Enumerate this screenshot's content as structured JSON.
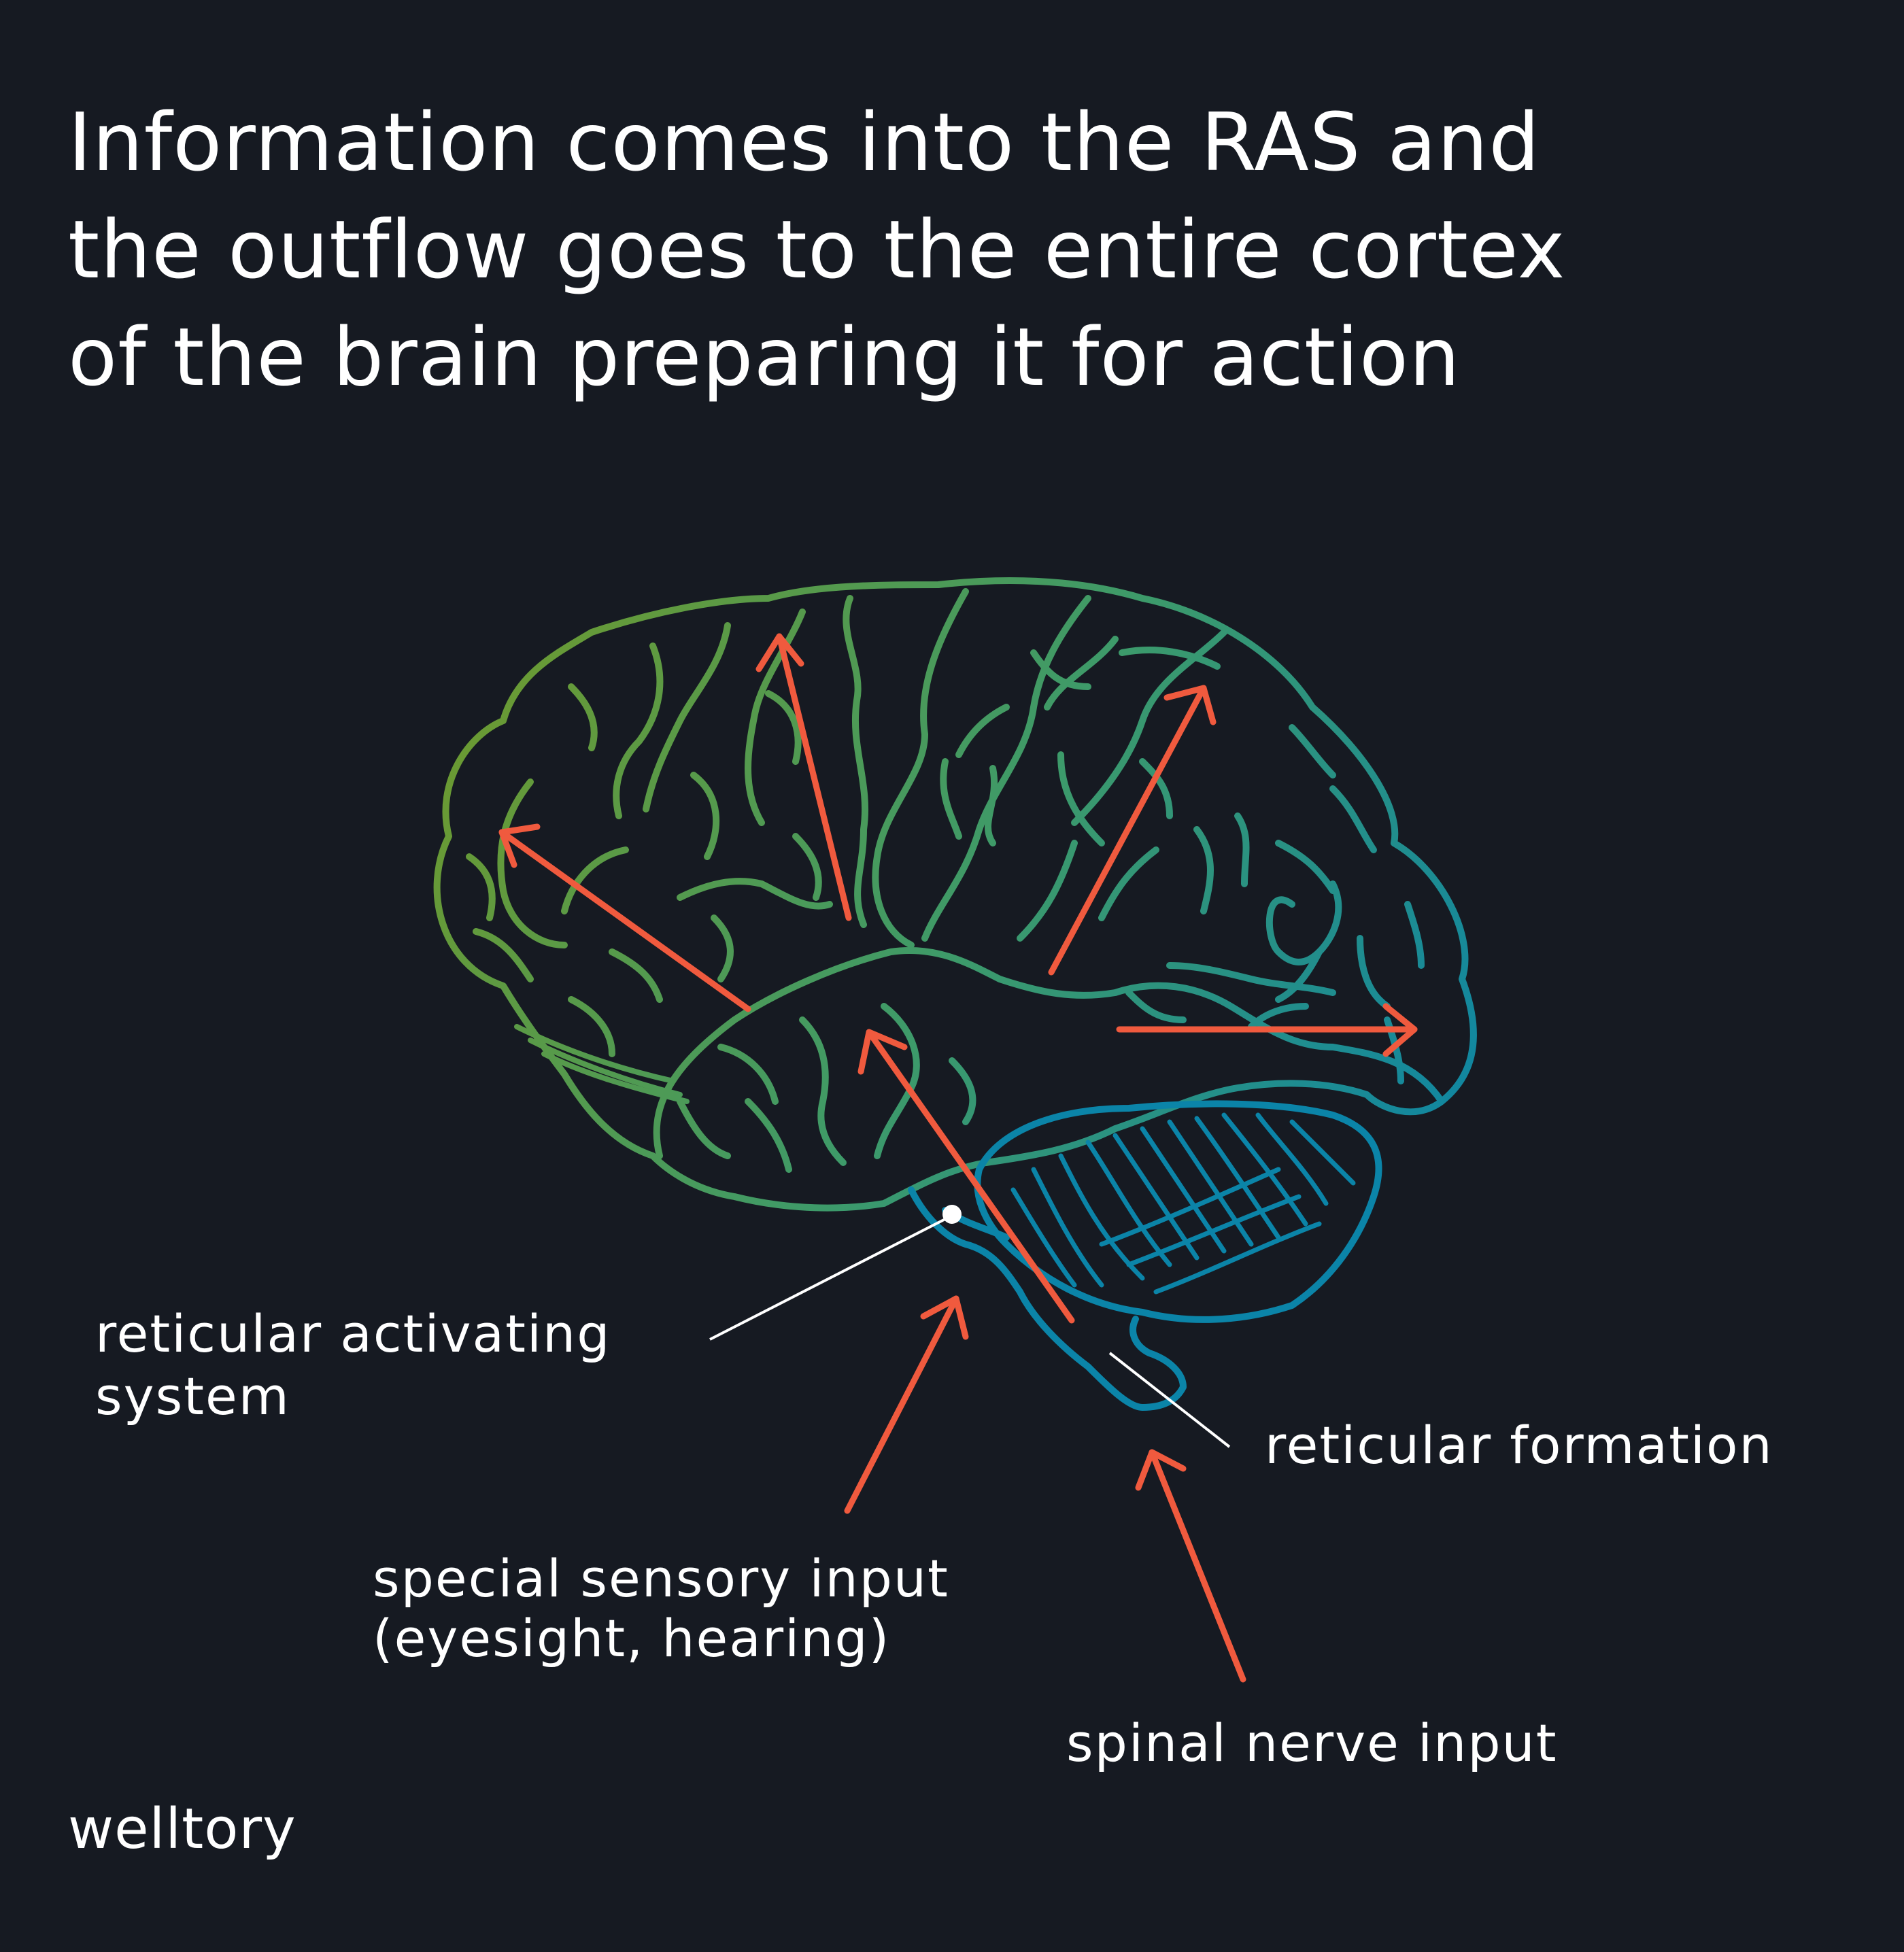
{
  "heading": {
    "lines": [
      "Information comes into the RAS and",
      "the outflow goes to the entire cortex",
      "of the brain preparing it for action"
    ]
  },
  "labels": {
    "ras_line1": "reticular activating",
    "ras_line2": "system",
    "formation": "reticular formation",
    "sensory_line1": "special sensory input",
    "sensory_line2": "(eyesight, hearing)",
    "spinal": "spinal nerve input"
  },
  "brand": {
    "logo": "welltory"
  },
  "colors": {
    "background": "#161a22",
    "arrow": "#f05a3e",
    "brain_front": "#6e9a2e",
    "brain_mid": "#3d9a6a",
    "brain_back": "#0b84a8",
    "text": "#ffffff"
  }
}
